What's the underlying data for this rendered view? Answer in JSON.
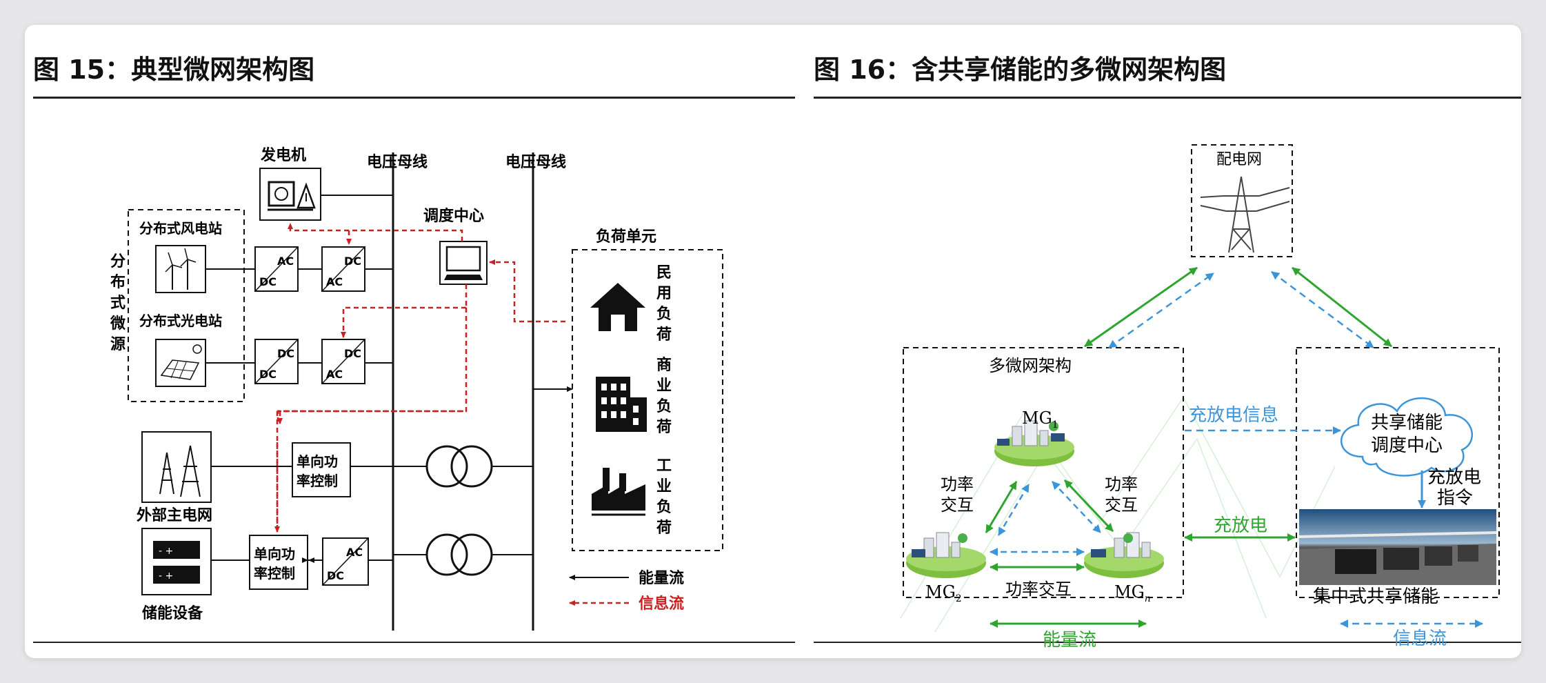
{
  "fig15": {
    "title": "图 15：典型微网架构图",
    "bus_left": "电压母线",
    "bus_right": "电压母线",
    "generator": "发电机",
    "dispatch": "调度中心",
    "wind": "分布式风电站",
    "pv": "分布式光电站",
    "source_group": [
      "分",
      "布",
      "式",
      "微",
      "源"
    ],
    "grid": "外部主电网",
    "storage": "储能设备",
    "load_group": "负荷单元",
    "loads": [
      {
        "icon": "house-icon",
        "chars": [
          "民",
          "用",
          "负",
          "荷"
        ]
      },
      {
        "icon": "building-icon",
        "chars": [
          "商",
          "业",
          "负",
          "荷"
        ]
      },
      {
        "icon": "factory-icon",
        "chars": [
          "工",
          "业",
          "负",
          "荷"
        ]
      }
    ],
    "conv_wind_1": [
      "AC",
      "DC"
    ],
    "conv_wind_2": [
      "DC",
      "AC"
    ],
    "conv_pv_1": [
      "DC",
      "DC"
    ],
    "conv_pv_2": [
      "DC",
      "AC"
    ],
    "conv_storage": [
      "AC",
      "DC"
    ],
    "ctrl_grid": [
      "单向功",
      "率控制"
    ],
    "ctrl_storage": [
      "单向功",
      "率控制"
    ],
    "legend_energy": "能量流",
    "legend_info": "信息流",
    "colors": {
      "info": "#cc1f1f",
      "line": "#111111"
    }
  },
  "fig16": {
    "title": "图 16：含共享储能的多微网架构图",
    "grid": "配电网",
    "multi": "多微网架构",
    "mg1_main": "MG",
    "mg1_sub": "1",
    "mg2_main": "MG",
    "mg2_sub": "2",
    "mgn_main": "MG",
    "mgn_sub": "n",
    "power_left": [
      "功率",
      "交互"
    ],
    "power_right": [
      "功率",
      "交互"
    ],
    "power_bottom": "功率交互",
    "charge_info": "充放电信息",
    "charge": "充放电",
    "center": [
      "共享储能",
      "调度中心"
    ],
    "command": [
      "充放电",
      "指令"
    ],
    "storage_label": "集中式共享储能",
    "legend_energy": "能量流",
    "legend_info": "信息流",
    "colors": {
      "energy": "#2ea52e",
      "info": "#3b95d8"
    }
  }
}
